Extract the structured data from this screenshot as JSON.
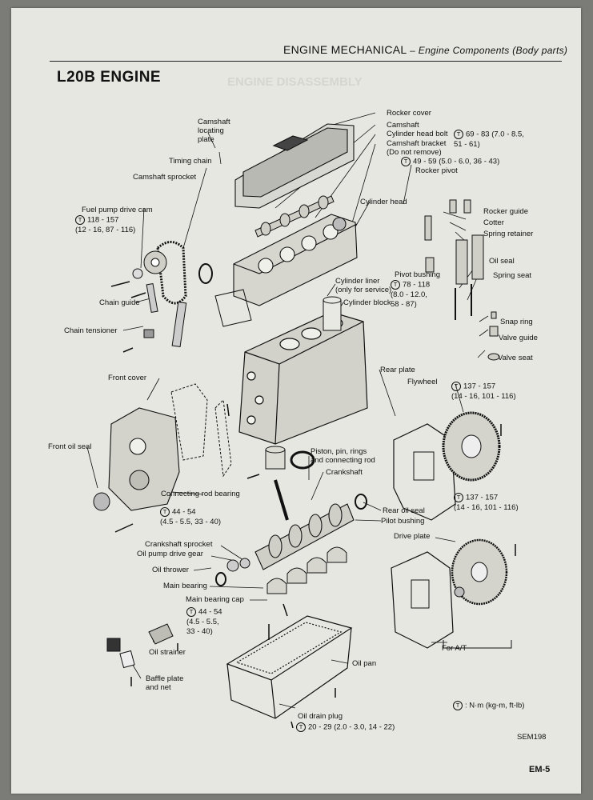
{
  "header": {
    "section": "ENGINE MECHANICAL",
    "subsection": "– Engine Components (Body parts)"
  },
  "title": "L20B ENGINE",
  "ghost_text": [
    "ENGINE DISASSEMBLY"
  ],
  "labels": {
    "camshaft_locating_plate": "Camshaft\nlocating\nplate",
    "timing_chain": "Timing chain",
    "camshaft_sprocket": "Camshaft sprocket",
    "fuel_pump_drive_cam": "Fuel pump drive cam",
    "chain_guide": "Chain guide",
    "chain_tensioner": "Chain tensioner",
    "front_cover": "Front cover",
    "front_oil_seal": "Front oil seal",
    "rocker_cover": "Rocker cover",
    "camshaft": "Camshaft",
    "cylinder_head_bolt": "Cylinder head bolt",
    "camshaft_bracket": "Camshaft bracket\n(Do not remove)",
    "rocker_pivot": "Rocker pivot",
    "cylinder_head": "Cylinder head",
    "rocker_guide": "Rocker guide",
    "cotter": "Cotter",
    "spring_retainer": "Spring retainer",
    "oil_seal": "Oil seal",
    "pivot_bushing": "Pivot bushing",
    "spring_seat": "Spring seat",
    "cylinder_liner": "Cylinder liner\n(only for service)",
    "cylinder_block": "Cylinder block",
    "snap_ring": "Snap ring",
    "valve_guide": "Valve guide",
    "valve_seat": "Valve seat",
    "rear_plate": "Rear plate",
    "flywheel": "Flywheel",
    "piston_assembly": "Piston, pin, rings\nand connecting rod",
    "crankshaft": "Crankshaft",
    "connecting_rod_bearing": "Connecting rod bearing",
    "rear_oil_seal": "Rear oil seal",
    "pilot_bushing": "Pilot bushing",
    "drive_plate": "Drive plate",
    "crankshaft_sprocket": "Crankshaft sprocket",
    "oil_pump_drive_gear": "Oil pump drive gear",
    "oil_thrower": "Oil thrower",
    "main_bearing": "Main bearing",
    "main_bearing_cap": "Main bearing cap",
    "oil_strainer": "Oil strainer",
    "baffle_plate": "Baffle plate\nand net",
    "oil_pan": "Oil pan",
    "oil_drain_plug": "Oil drain plug",
    "for_at": "For A/T"
  },
  "specs": {
    "fuel_pump_cam": "118 - 157\n(12 - 16, 87 - 116)",
    "cylinder_head_bolt": "69 - 83 (7.0 - 8.5,\n51 - 61)",
    "camshaft_bracket": "49 - 59 (5.0 - 6.0, 36 - 43)",
    "pivot_bushing": "78 - 118\n(8.0 - 12.0,\n58 - 87)",
    "flywheel": "137 - 157\n(14 - 16, 101 - 116)",
    "drive_plate": "137 - 157\n(14 - 16, 101 - 116)",
    "conrod_bearing": "44 - 54\n(4.5 - 5.5, 33 - 40)",
    "main_bearing_cap": "44 - 54\n(4.5 - 5.5,\n33 - 40)",
    "oil_drain_plug": "20 - 29 (2.0 - 3.0, 14 - 22)"
  },
  "torque_symbol": "T",
  "legend": ": N·m (kg-m, ft-lb)",
  "page_code": "SEM198",
  "page_number": "EM-5"
}
